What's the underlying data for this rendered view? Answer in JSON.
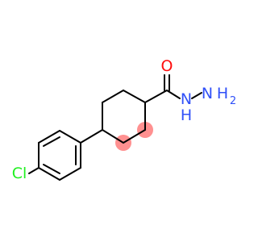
{
  "molecule": {
    "atoms": {
      "oxygen": "O",
      "hydrazide_n1": "N",
      "hydrazide_h1": "H",
      "hydrazide_n2": "N",
      "hydrazide_h2": "H",
      "h2_subscript": "2",
      "chlorine": "Cl"
    },
    "colors": {
      "bond": "#000000",
      "oxygen": "#ff0d0d",
      "nitrogen": "#3050f8",
      "chlorine": "#1ff01f",
      "highlight": "#ff9090"
    }
  }
}
